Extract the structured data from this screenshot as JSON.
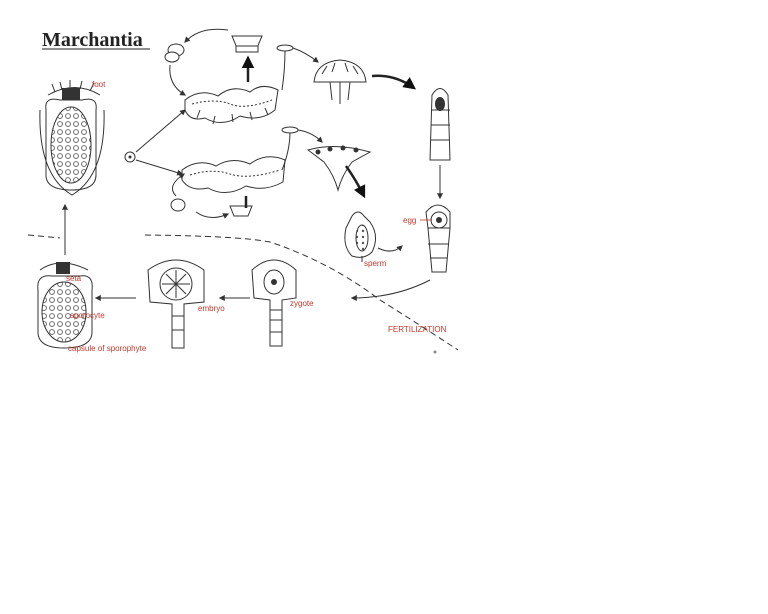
{
  "title": "Marchantia",
  "label_color": "#c0392b",
  "labels": {
    "foot": "foot",
    "egg": "egg",
    "sperm": "sperm",
    "seta": "seta",
    "sporocyte": "sporocyte",
    "capsule": "capsule of sporophyte",
    "embryo": "embryo",
    "zygote": "zygote",
    "fertilization": "FERTILIZATION"
  }
}
